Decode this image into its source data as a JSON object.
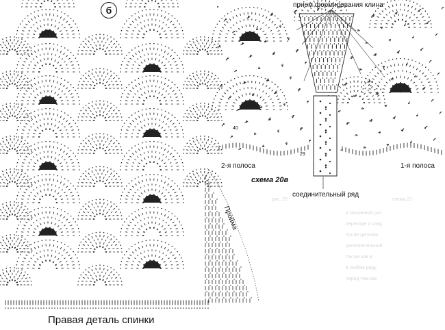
{
  "figure": {
    "badge": "б",
    "title": "Правая деталь спинки",
    "armhole_label": "Пройма",
    "scheme": {
      "wedge_label": "прием формирования клина",
      "strip2_label": "2-я полоса",
      "strip1_label": "1-я полоса",
      "scheme_label": "схема 20в",
      "joining_row_label": "соединительный ряд",
      "row_marker_a": "40",
      "row_marker_b": "29"
    },
    "background_text": {
      "scheme_ref": "схема 21",
      "note": "рис. 20",
      "lines": [
        "в связанной раз",
        "переходе к след.",
        "после цепочки",
        "дополнительной",
        "так же как и",
        "в любом ряду",
        "перед тем как"
      ]
    }
  }
}
